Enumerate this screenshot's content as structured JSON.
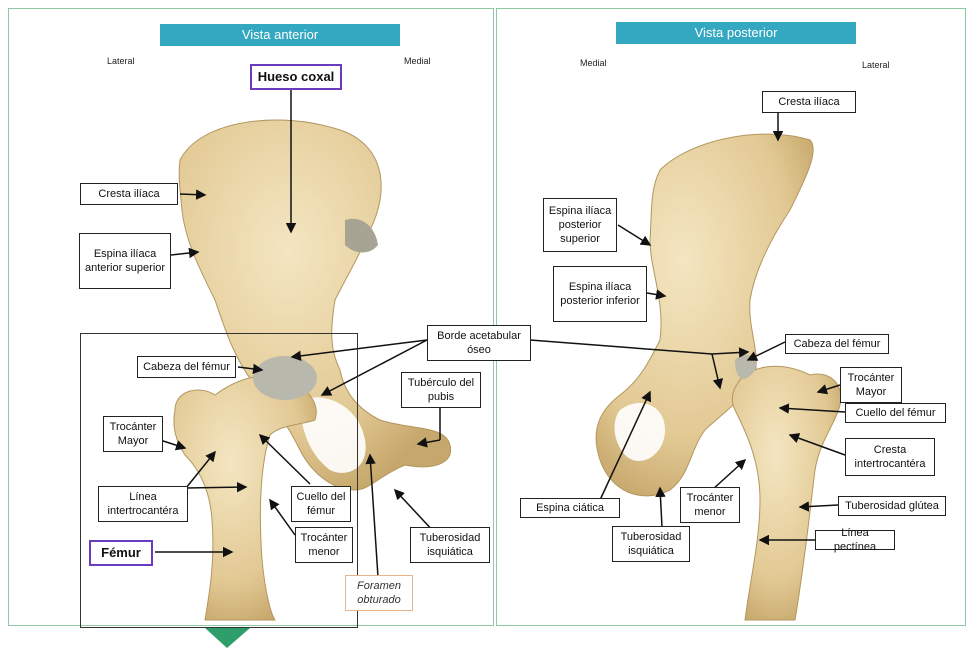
{
  "left_panel": {
    "title": "Vista anterior",
    "lateral": "Lateral",
    "medial": "Medial",
    "labels": {
      "hueso_coxal": "Hueso coxal",
      "cresta_iliaca": "Cresta ilíaca",
      "espina_ant_sup": "Espina ilíaca anterior superior",
      "cabeza_femur": "Cabeza del fémur",
      "trocanter_mayor": "Trocánter Mayor",
      "linea_intertrocantera": "Línea intertrocantéra",
      "femur": "Fémur",
      "cuello_femur": "Cuello del fémur",
      "trocanter_menor": "Trocánter menor",
      "foramen": "Foramen obturado",
      "tuberosidad_isquiatica": "Tuberosidad isquiática",
      "tuberculo_pubis": "Tubérculo del pubis",
      "borde_acetabular": "Borde acetabular óseo"
    }
  },
  "right_panel": {
    "title": "Vista posterior",
    "medial": "Medial",
    "lateral": "Lateral",
    "labels": {
      "cresta_iliaca": "Cresta ilíaca",
      "espina_post_sup": "Espina ilíaca posterior superior",
      "espina_post_inf": "Espina ilíaca posterior inferior",
      "cabeza_femur": "Cabeza del fémur",
      "trocanter_mayor": "Trocánter Mayor",
      "cuello_femur": "Cuello del fémur",
      "cresta_intertrocantera": "Cresta intertrocantéra",
      "tuberosidad_glutea": "Tuberosidad glútea",
      "linea_pectinea": "Línea pectínea",
      "trocanter_menor": "Trocánter menor",
      "tuberosidad_isquiatica": "Tuberosidad isquiática",
      "espina_ciatica": "Espina ciática"
    }
  },
  "colors": {
    "banner": "#34a7c1",
    "bone": "#e9d6a8",
    "bone_shade": "#c9ad73",
    "cartilage": "#b8b8ad",
    "arrow": "#2e9e6a"
  }
}
